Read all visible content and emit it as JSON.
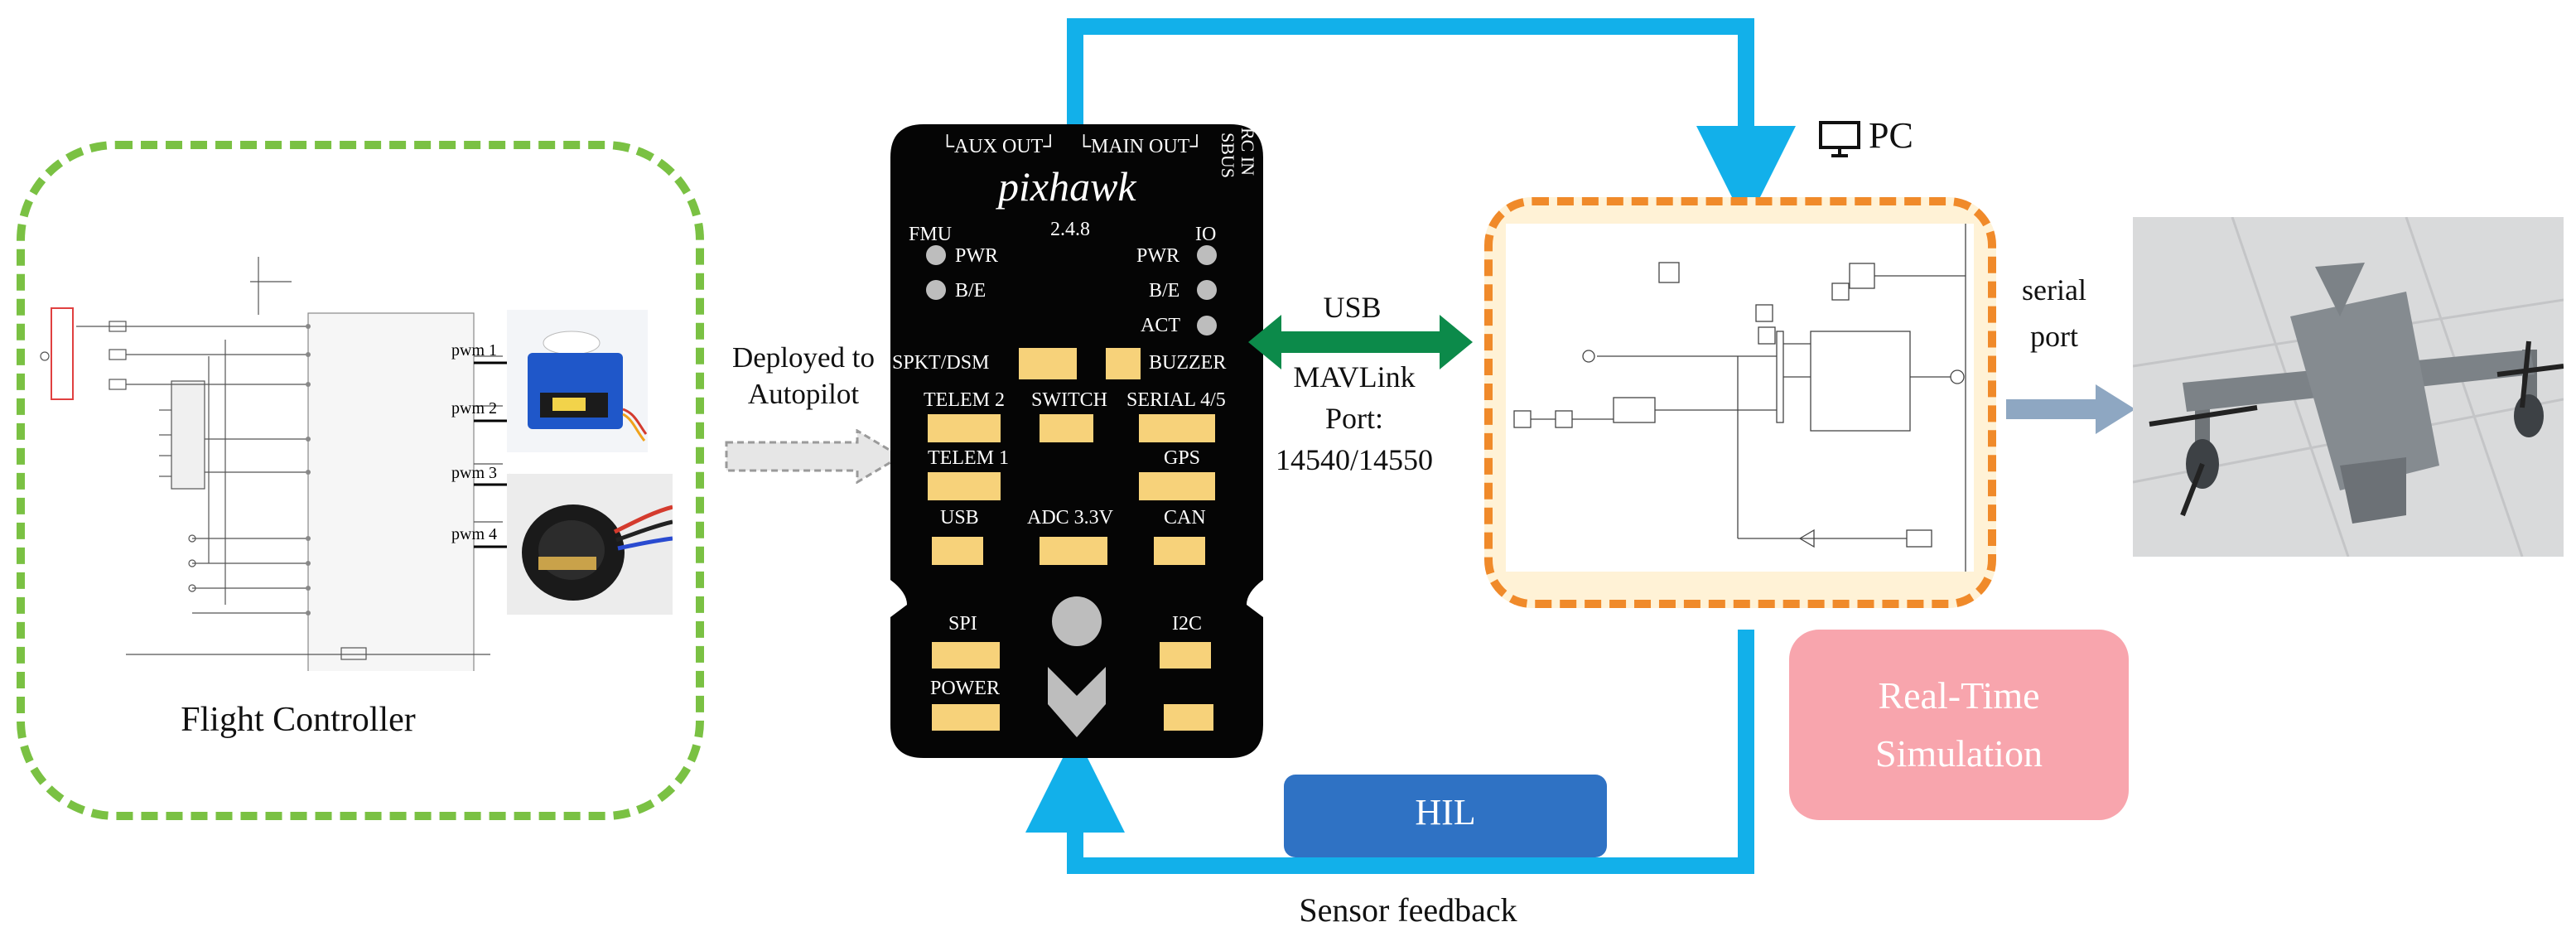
{
  "flight_controller": {
    "caption": "Flight Controller",
    "pwm_labels": [
      "pwm 1",
      "pwm 2",
      "pwm 3",
      "pwm 4"
    ]
  },
  "deploy": {
    "line1": "Deployed to",
    "line2": "Autopilot"
  },
  "pixhawk": {
    "aux_out": "└AUX OUT┘",
    "main_out": "└MAIN OUT┘",
    "sbus": "SBUS",
    "rc_in": "RC IN",
    "brand": "pixhawk",
    "version": "2.4.8",
    "fmu": "FMU",
    "io": "IO",
    "pwr_left": "PWR",
    "be_left": "B/E",
    "pwr_right": "PWR",
    "be_right": "B/E",
    "act": "ACT",
    "spkt": "SPKT/DSM",
    "buzzer": "BUZZER",
    "telem2": "TELEM 2",
    "switch": "SWITCH",
    "serial45": "SERIAL 4/5",
    "telem1": "TELEM 1",
    "gps": "GPS",
    "usb": "USB",
    "adc": "ADC 3.3V",
    "can": "CAN",
    "spi": "SPI",
    "i2c": "I2C",
    "power": "POWER"
  },
  "link": {
    "usb": "USB",
    "mavlink_line1": "MAVLink",
    "mavlink_line2": "Port:",
    "mavlink_line3": "14540/14550"
  },
  "pc": {
    "label": "PC",
    "icon": "monitor-icon"
  },
  "serial": {
    "line1": "serial",
    "line2": "port"
  },
  "rts": {
    "line1": "Real-Time",
    "line2": "Simulation"
  },
  "hil": {
    "label": "HIL"
  },
  "sensor_feedback": "Sensor feedback",
  "colors": {
    "green_dash": "#7ac143",
    "orange_dash": "#f08a2a",
    "cyan_loop": "#12b0ea",
    "usb_arrow": "#0c8a4a",
    "hil_blue": "#2f72c4",
    "rts_pink": "#f8a5ad",
    "pixhawk_port": "#f7d27a"
  }
}
